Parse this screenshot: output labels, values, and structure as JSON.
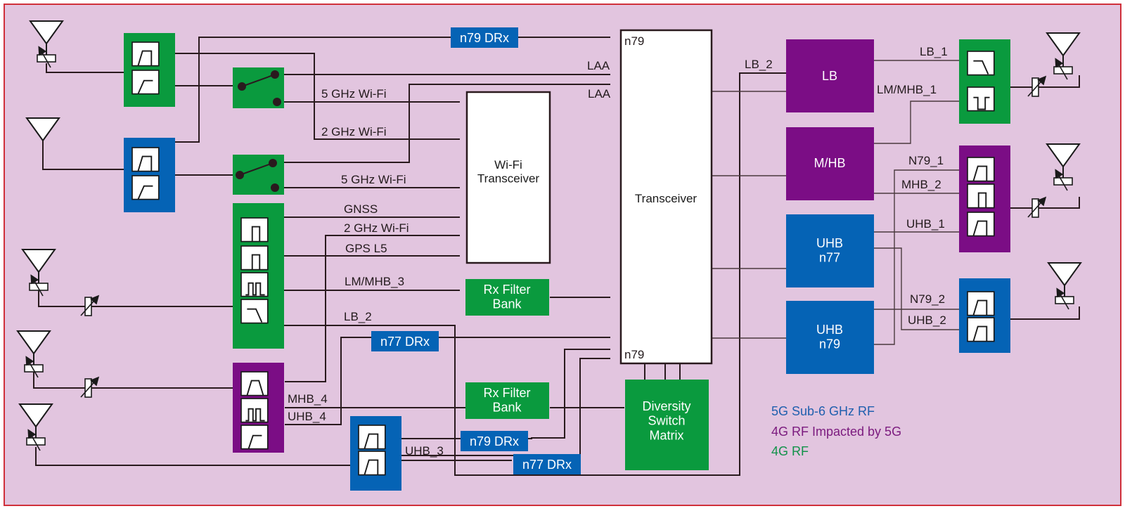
{
  "colors": {
    "background": "#e2c5df",
    "frame": "#d0303a",
    "green": "#0a9a3e",
    "blue": "#0563b5",
    "purple": "#7b0d85",
    "wire": "#2a1a1e",
    "white": "#ffffff"
  },
  "blocks": {
    "wifi_transceiver": "Wi-Fi\nTransceiver",
    "transceiver": "Transceiver",
    "rx_filter_bank_1": "Rx Filter\nBank",
    "rx_filter_bank_2": "Rx Filter\nBank",
    "diversity_switch_matrix": "Diversity\nSwitch\nMatrix",
    "lb": "LB",
    "mhb": "M/HB",
    "uhb_n77": "UHB\nn77",
    "uhb_n79": "UHB\nn79"
  },
  "tags": {
    "n79_drx_top": "n79 DRx",
    "n77_drx_mid": "n77 DRx",
    "n79_drx_bottom": "n79 DRx",
    "n77_drx_bottom": "n77 DRx"
  },
  "signal_labels": {
    "n79_top": "n79",
    "laa_1": "LAA",
    "laa_2": "LAA",
    "wifi5_1": "5 GHz Wi-Fi",
    "wifi2_1": "2 GHz Wi-Fi",
    "wifi5_2": "5 GHz Wi-Fi",
    "gnss": "GNSS",
    "wifi2_2": "2 GHz Wi-Fi",
    "gps_l5": "GPS L5",
    "lm_mhb_3": "LM/MHB_3",
    "lb_2_left": "LB_2",
    "mhb_4": "MHB_4",
    "uhb_4": "UHB_4",
    "uhb_3": "UHB_3",
    "n79_bottom": "n79",
    "lb_2_right": "LB_2",
    "lb_1": "LB_1",
    "lm_mhb_1": "LM/MHB_1",
    "n79_1": "N79_1",
    "mhb_2": "MHB_2",
    "uhb_1": "UHB_1",
    "n79_2": "N79_2",
    "uhb_2": "UHB_2"
  },
  "filter_types": {
    "band_pass": "bandpass-icon",
    "high_pass": "highpass-icon",
    "low_pass": "lowpass-icon",
    "narrow_band_pass": "narrow-bandpass-icon",
    "dual_band_pass": "dual-bandpass-icon",
    "band_stop": "notch-icon",
    "trapezoid_pass": "trapezoid-bandpass-icon",
    "sharp_high_pass": "sharp-highpass-icon"
  },
  "legend": [
    {
      "label": "5G Sub-6 GHz RF",
      "color": "#1f5fae"
    },
    {
      "label": "4G RF Impacted by 5G",
      "color": "#7b1a7e"
    },
    {
      "label": "4G RF",
      "color": "#12924a"
    }
  ]
}
